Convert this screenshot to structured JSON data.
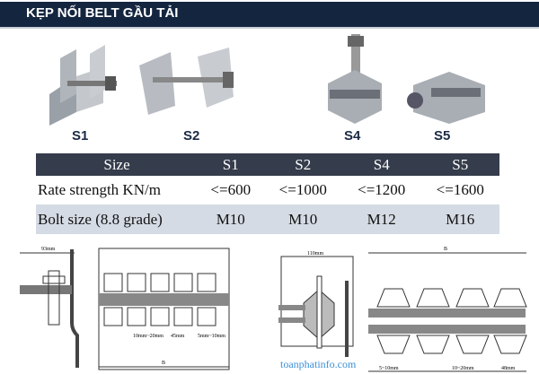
{
  "title": "KẸP NỐI BELT GẦU TẢI",
  "products": [
    "S1",
    "S2",
    "S4",
    "S5"
  ],
  "table": {
    "headers": [
      "Size",
      "S1",
      "S2",
      "S4",
      "S5"
    ],
    "rows": [
      [
        "Rate strength KN/m",
        "<=600",
        "<=1000",
        "<=1200",
        "<=1600"
      ],
      [
        "Bolt size (8.8 grade)",
        "M10",
        "M10",
        "M12",
        "M16"
      ]
    ]
  },
  "diagrams": {
    "d1": {
      "dim": "93mm"
    },
    "d2": {
      "dims": [
        "10mm~20mm",
        "45mm",
        "5mm~10mm",
        "B"
      ]
    },
    "d3": {
      "dim": "110mm"
    },
    "d4": {
      "dims": [
        "B",
        "5~10mm",
        "10~20mm",
        "48mm"
      ]
    }
  },
  "watermark": "toanphatinfo.com"
}
